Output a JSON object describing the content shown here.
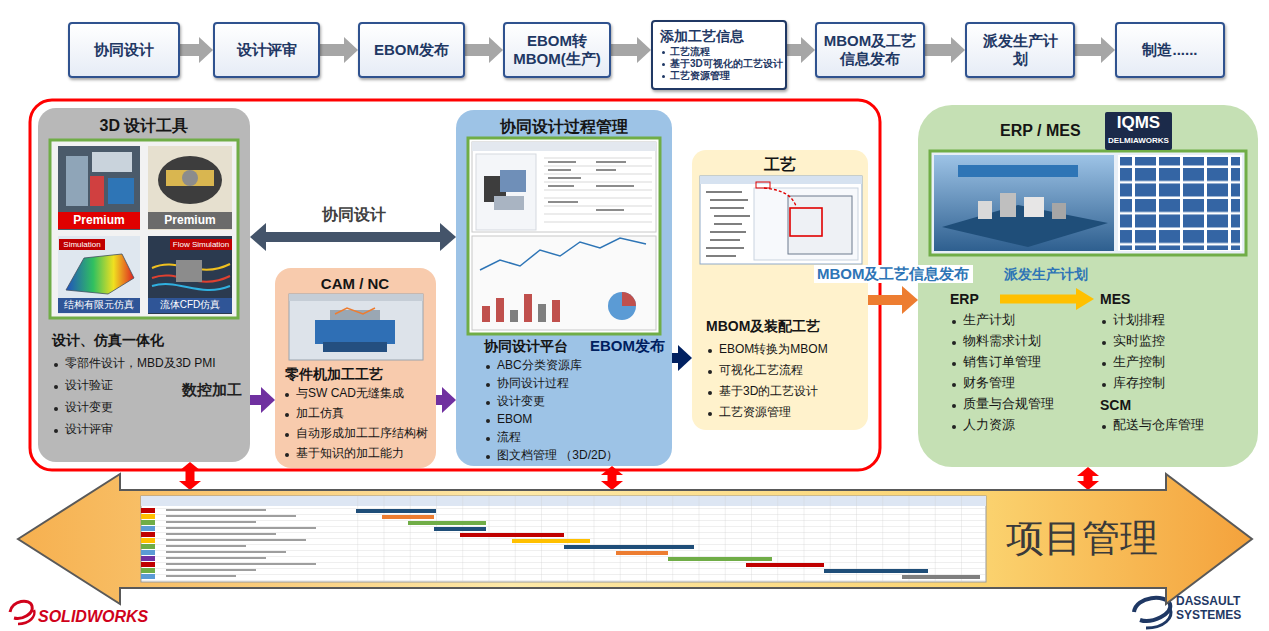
{
  "diagram": {
    "nodes": [
      {
        "text": [
          "协同设计"
        ]
      },
      {
        "text": [
          "设计评审"
        ]
      },
      {
        "text": [
          "EBOM发布"
        ]
      },
      {
        "text": [
          "EBOM转 MBOM(生产)"
        ]
      },
      {
        "text": [
          "添加工艺信息",
          "工艺流程",
          "基于3D可视化的工艺设计",
          "工艺资源管理"
        ]
      },
      {
        "text": [
          "MBOM及工艺 信息发布"
        ]
      },
      {
        "text": [
          "派发生产计 划"
        ]
      },
      {
        "text": [
          "制造......"
        ]
      },
      {
        "text": [
          "3D 设计工具",
          "设计、仿真一体化",
          "零部件设计，MBD及3D PMI",
          "设计验证",
          "设计变更",
          "设计评审"
        ]
      },
      {
        "text": [
          "CAM / NC",
          "零件机加工工艺",
          "与SW CAD无缝集成",
          "加工仿真",
          "自动形成加工工序结构树",
          "基于知识的加工能力"
        ]
      },
      {
        "text": [
          "协同设计过程管理",
          "协同设计平台",
          "ABC分类资源库",
          "协同设计过程",
          "设计变更",
          "EBOM",
          "流程",
          "图文档管理 （3D/2D）"
        ]
      },
      {
        "text": [
          "工艺",
          "MBOM及装配工艺",
          "EBOM转换为MBOM",
          "可视化工艺流程",
          "基于3D的工艺设计",
          "工艺资源管理"
        ]
      },
      {
        "text": [
          "ERP / MES",
          "ERP",
          "生产计划",
          "物料需求计划",
          "销售订单管理",
          "财务管理",
          "质量与合规管理",
          "人力资源",
          "MES",
          "计划排程",
          "实时监控",
          "生产控制",
          "库存控制",
          "SCM",
          "配送与仓库管理"
        ]
      },
      {
        "text": [
          "项目管理"
        ]
      }
    ],
    "edges": [
      {
        "from": 0,
        "to": 1,
        "arrow": "to"
      },
      {
        "from": 1,
        "to": 2,
        "arrow": "to"
      },
      {
        "from": 2,
        "to": 3,
        "arrow": "to"
      },
      {
        "from": 3,
        "to": 4,
        "arrow": "to"
      },
      {
        "from": 4,
        "to": 5,
        "arrow": "to"
      },
      {
        "from": 5,
        "to": 6,
        "arrow": "to"
      },
      {
        "from": 6,
        "to": 7,
        "arrow": "to"
      },
      {
        "from": 8,
        "to": 10,
        "label": "协同设计",
        "arrow": "both"
      },
      {
        "from": 8,
        "to": 9,
        "label": "数控加工",
        "arrow": "to"
      },
      {
        "from": 9,
        "to": 10,
        "arrow": "to"
      },
      {
        "from": 10,
        "to": 11,
        "label": "EBOM发布",
        "arrow": "to"
      },
      {
        "from": 11,
        "to": 12,
        "label": "MBOM及工艺信息发布",
        "arrow": "to"
      },
      {
        "from": 8,
        "to": 13,
        "arrow": "both"
      },
      {
        "from": 10,
        "to": 13,
        "arrow": "both"
      },
      {
        "from": 12,
        "to": 13,
        "arrow": "both"
      }
    ],
    "labels": [
      "Premium",
      "Premium",
      "Simulation",
      "结构有限元仿真",
      "Flow Simulation",
      "流体CFD仿真",
      "IQMS",
      "DELMIAWORKS",
      "派发生产计划",
      "SOLIDWORKS",
      "DASSAULT SYSTEMES"
    ]
  }
}
